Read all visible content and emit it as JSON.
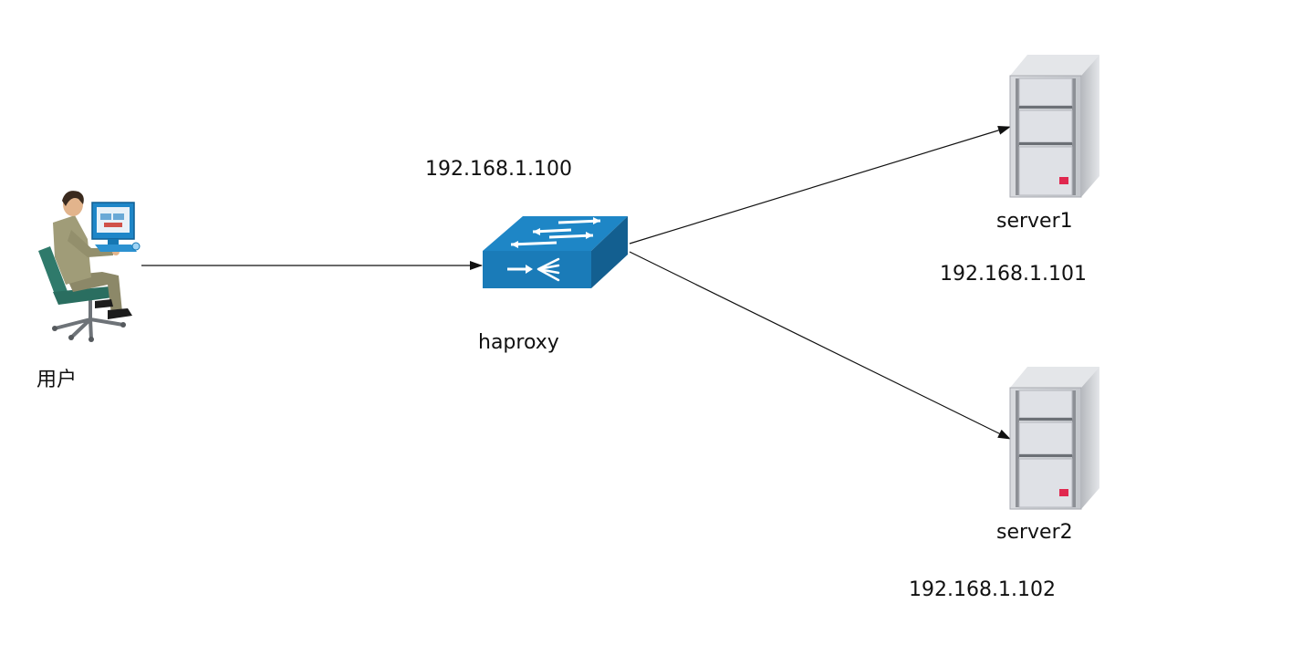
{
  "nodes": {
    "user": {
      "label": "用户",
      "icon": "user-at-computer-icon"
    },
    "haproxy": {
      "label": "haproxy",
      "ip": "192.168.1.100",
      "icon": "network-switch-icon"
    },
    "server1": {
      "label": "server1",
      "ip": "192.168.1.101",
      "icon": "server-tower-icon"
    },
    "server2": {
      "label": "server2",
      "ip": "192.168.1.102",
      "icon": "server-tower-icon"
    }
  },
  "edges": [
    {
      "from": "user",
      "to": "haproxy"
    },
    {
      "from": "haproxy",
      "to": "server1"
    },
    {
      "from": "haproxy",
      "to": "server2"
    }
  ],
  "colors": {
    "switch_blue": "#1d85c4",
    "switch_blue_dark": "#135f90",
    "server_gray": "#c9cbcf",
    "server_led": "#e0284f",
    "connector": "#111111"
  }
}
